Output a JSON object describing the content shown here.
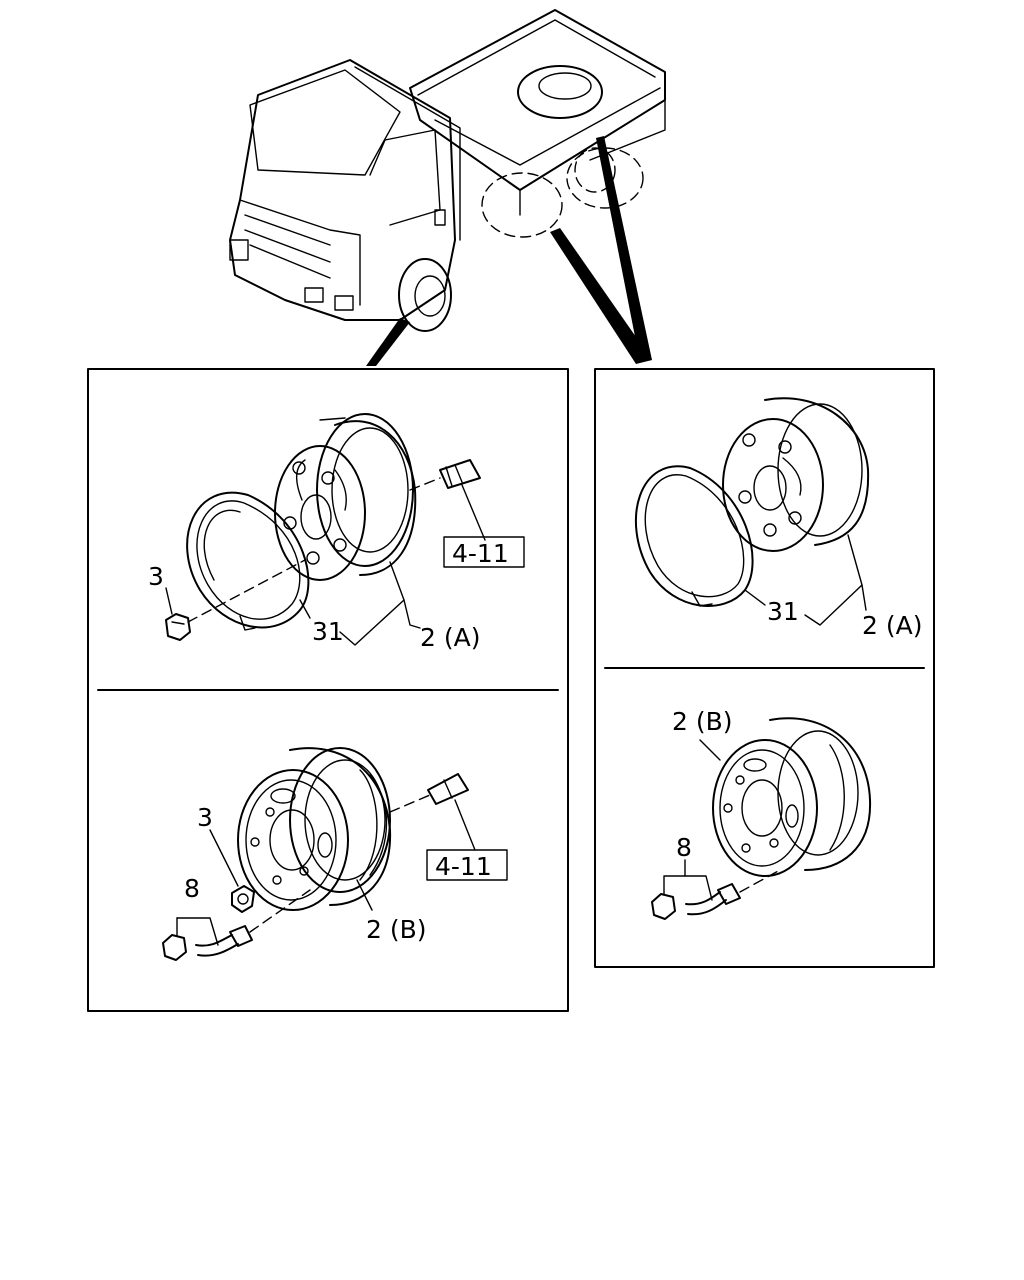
{
  "left_panel": {
    "front": {
      "callouts": {
        "nut": "3",
        "tube": "31",
        "wheel": "2 (A)",
        "ref": "4-11"
      }
    },
    "rear": {
      "callouts": {
        "nut": "3",
        "valve": "8",
        "wheel": "2 (B)",
        "ref": "4-11"
      }
    }
  },
  "right_panel": {
    "top": {
      "callouts": {
        "tube": "31",
        "wheel": "2 (A)"
      }
    },
    "bottom": {
      "callouts": {
        "wheel": "2 (B)",
        "valve": "8"
      }
    }
  }
}
